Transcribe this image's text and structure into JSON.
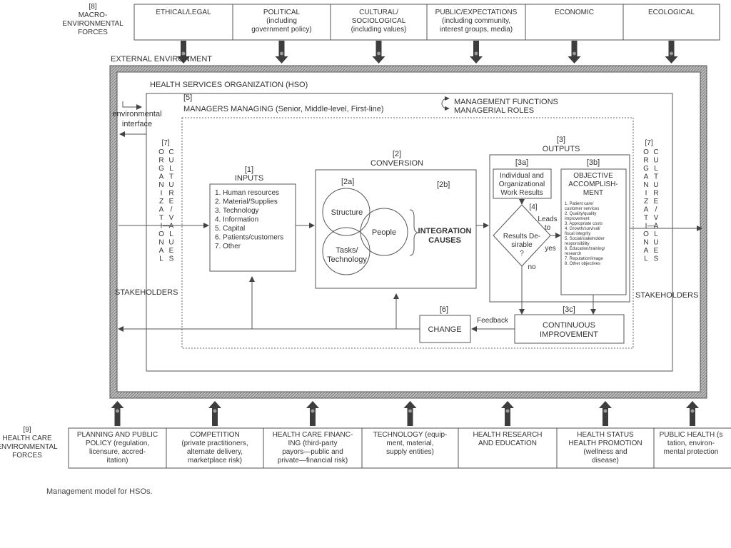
{
  "macro": {
    "marker": "[8]",
    "label": [
      "MACRO-",
      "ENVIRONMENTAL",
      "FORCES"
    ],
    "boxes": [
      {
        "lines": [
          "ETHICAL/LEGAL"
        ]
      },
      {
        "lines": [
          "POLITICAL",
          "(including",
          "government policy)"
        ]
      },
      {
        "lines": [
          "CULTURAL/",
          "SOCIOLOGICAL",
          "(including values)"
        ]
      },
      {
        "lines": [
          "PUBLIC/EXPECTATIONS",
          "(including community,",
          "interest groups, media)"
        ]
      },
      {
        "lines": [
          "ECONOMIC"
        ]
      },
      {
        "lines": [
          "ECOLOGICAL"
        ]
      }
    ]
  },
  "external_env": "EXTERNAL ENVIRONMENT",
  "hso": "HEALTH SERVICES ORGANIZATION (HSO)",
  "managers": {
    "marker": "[5]",
    "label": "MANAGERS MANAGING (Senior, Middle-level, First-line)"
  },
  "mgmt_functions": "MANAGEMENT FUNCTIONS",
  "mgmt_roles": "MANAGERIAL ROLES",
  "env_interface": [
    "environmental",
    "interface"
  ],
  "culture_left": {
    "marker": "[7]",
    "col1": [
      "O",
      "R",
      "G",
      "A",
      "N",
      "I",
      "Z",
      "A",
      "T",
      "I",
      "O",
      "N",
      "A",
      "L"
    ],
    "col2": [
      "C",
      "U",
      "L",
      "T",
      "U",
      "R",
      "E",
      "/",
      "V",
      "A",
      "L",
      "U",
      "E",
      "S"
    ],
    "dash": "—"
  },
  "culture_right": {
    "marker": "[7]",
    "col1": [
      "O",
      "R",
      "G",
      "A",
      "N",
      "I",
      "Z",
      "A",
      "T",
      "I",
      "O",
      "N",
      "A",
      "L"
    ],
    "col2": [
      "C",
      "U",
      "L",
      "T",
      "U",
      "R",
      "E",
      "/",
      "V",
      "A",
      "L",
      "U",
      "E",
      "S"
    ],
    "dash": "—"
  },
  "stakeholders": "STAKEHOLDERS",
  "inputs": {
    "marker": "[1]",
    "title": "INPUTS",
    "items": [
      "1.  Human resources",
      "2.  Material/Supplies",
      "3.  Technology",
      "4.  Information",
      "5.  Capital",
      "6.  Patients/customers",
      "7.  Other"
    ]
  },
  "conversion": {
    "marker": "[2]",
    "title": "CONVERSION",
    "m2a": "[2a]",
    "m2b": "[2b]",
    "structure": "Structure",
    "people": "People",
    "tasks": [
      "Tasks/",
      "Technology"
    ],
    "integration": [
      "INTEGRATION",
      "CAUSES"
    ]
  },
  "outputs": {
    "marker": "[3]",
    "title": "OUTPUTS",
    "m3a": "[3a]",
    "m3b": "[3b]",
    "work_results": [
      "Individual and",
      "Organizational",
      "Work Results"
    ],
    "m4": "[4]",
    "leads_to": [
      "Leads",
      "to"
    ],
    "decision": [
      "Results De-",
      "sirable",
      "?"
    ],
    "yes": "yes",
    "no": "no",
    "objective_title": [
      "OBJECTIVE",
      "ACCOMPLISH-",
      "MENT"
    ],
    "objectives": [
      [
        "1.  Patient care/",
        "    customer services"
      ],
      [
        "2.  Quality/quality",
        "    improvement"
      ],
      [
        "3.  Appropriate costs"
      ],
      [
        "4.  Growth/survival/",
        "    fiscal integrity"
      ],
      [
        "5.  Social/stakeholder",
        "    responsibility"
      ],
      [
        "6.  Education/training/",
        "    research"
      ],
      [
        "7.  Reputation/image"
      ],
      [
        "8.  Other objectives"
      ]
    ]
  },
  "change": {
    "marker": "[6]",
    "label": "CHANGE",
    "feedback": "Feedback"
  },
  "continuous": {
    "marker": "[3c]",
    "lines": [
      "CONTINUOUS",
      "IMPROVEMENT"
    ]
  },
  "health_care": {
    "marker": "[9]",
    "label": [
      "HEALTH CARE",
      "ENVIRONMENTAL",
      "FORCES"
    ],
    "boxes": [
      {
        "lines": [
          "PLANNING AND PUBLIC",
          "POLICY (regulation,",
          "licensure, accred-",
          "itation)"
        ]
      },
      {
        "lines": [
          "COMPETITION",
          "(private practitioners,",
          "alternate delivery,",
          "marketplace risk)"
        ]
      },
      {
        "lines": [
          "HEALTH CARE FINANC-",
          "ING (third-party",
          "payors—public and",
          "private—financial risk)"
        ]
      },
      {
        "lines": [
          "TECHNOLOGY (equip-",
          "ment, material,",
          "supply entities)"
        ]
      },
      {
        "lines": [
          "HEALTH RESEARCH",
          "AND EDUCATION"
        ]
      },
      {
        "lines": [
          "HEALTH STATUS",
          "HEALTH PROMOTION",
          "(wellness and",
          "disease)"
        ]
      },
      {
        "lines": [
          "PUBLIC HEALTH (s",
          "tation, environ-",
          "mental protection"
        ]
      }
    ]
  },
  "caption": "Management model for HSOs."
}
